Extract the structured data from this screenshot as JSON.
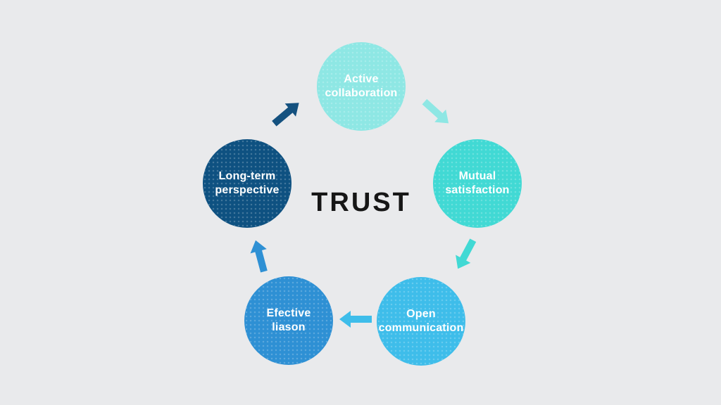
{
  "diagram": {
    "title": "TRUST",
    "title_color": "#161616",
    "background_color": "#E9EAEC"
  },
  "circles": [
    {
      "name": "active-collaboration",
      "line1": "Active",
      "line2": "collaboration",
      "color": "#8EE7E4",
      "text_color": "#FFFFFF"
    },
    {
      "name": "mutual-satisfaction",
      "line1": "Mutual",
      "line2": "satisfaction",
      "color": "#41D9D4",
      "text_color": "#FFFFFF"
    },
    {
      "name": "open-communication",
      "line1": "Open",
      "line2": "communication",
      "color": "#3EBDEA",
      "text_color": "#FFFFFF"
    },
    {
      "name": "efective-liason",
      "line1": "Efective",
      "line2": "liason",
      "color": "#2E90D4",
      "text_color": "#FFFFFF"
    },
    {
      "name": "long-term-perspective",
      "line1": "Long-term",
      "line2": "perspective",
      "color": "#0E5181",
      "text_color": "#FFFFFF"
    }
  ],
  "arrows": [
    {
      "name": "arrow-active-to-mutual",
      "color": "#8EE7E4"
    },
    {
      "name": "arrow-mutual-to-open",
      "color": "#41D9D4"
    },
    {
      "name": "arrow-open-to-efective",
      "color": "#3EBDEA"
    },
    {
      "name": "arrow-efective-to-longterm",
      "color": "#2E90D4"
    },
    {
      "name": "arrow-longterm-to-active",
      "color": "#14517F"
    }
  ]
}
